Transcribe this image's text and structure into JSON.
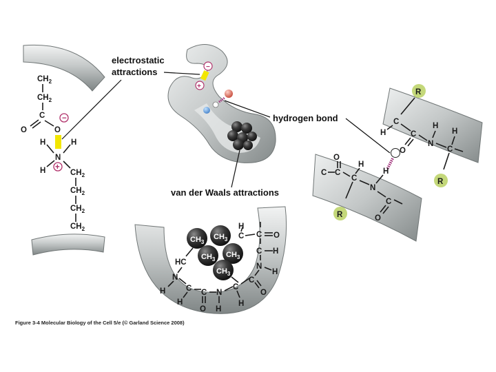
{
  "labels": {
    "electrostatic_line1": "electrostatic",
    "electrostatic_line2": "attractions",
    "hydrogen_bond": "hydrogen bond",
    "van_der_waals": "van der Waals attractions"
  },
  "caption": "Figure 3-4  Molecular Biology of the Cell 5/e (© Garland Science 2008)",
  "atoms": {
    "ch": "CH",
    "ch3": "CH",
    "two": "2",
    "three": "3",
    "c": "C",
    "o": "O",
    "n": "N",
    "h": "H",
    "r": "R",
    "hc": "HC",
    "minus": "−",
    "plus": "+"
  },
  "colors": {
    "chain_fill": "#c9cccc",
    "chain_shade": "#8e9393",
    "ionic_bond": "#f2e600",
    "hbond": "#a0307a",
    "r_group": "#c4d87a",
    "charge_ring": "#b0306a",
    "ch3_sphere": "#2d2d2d"
  }
}
